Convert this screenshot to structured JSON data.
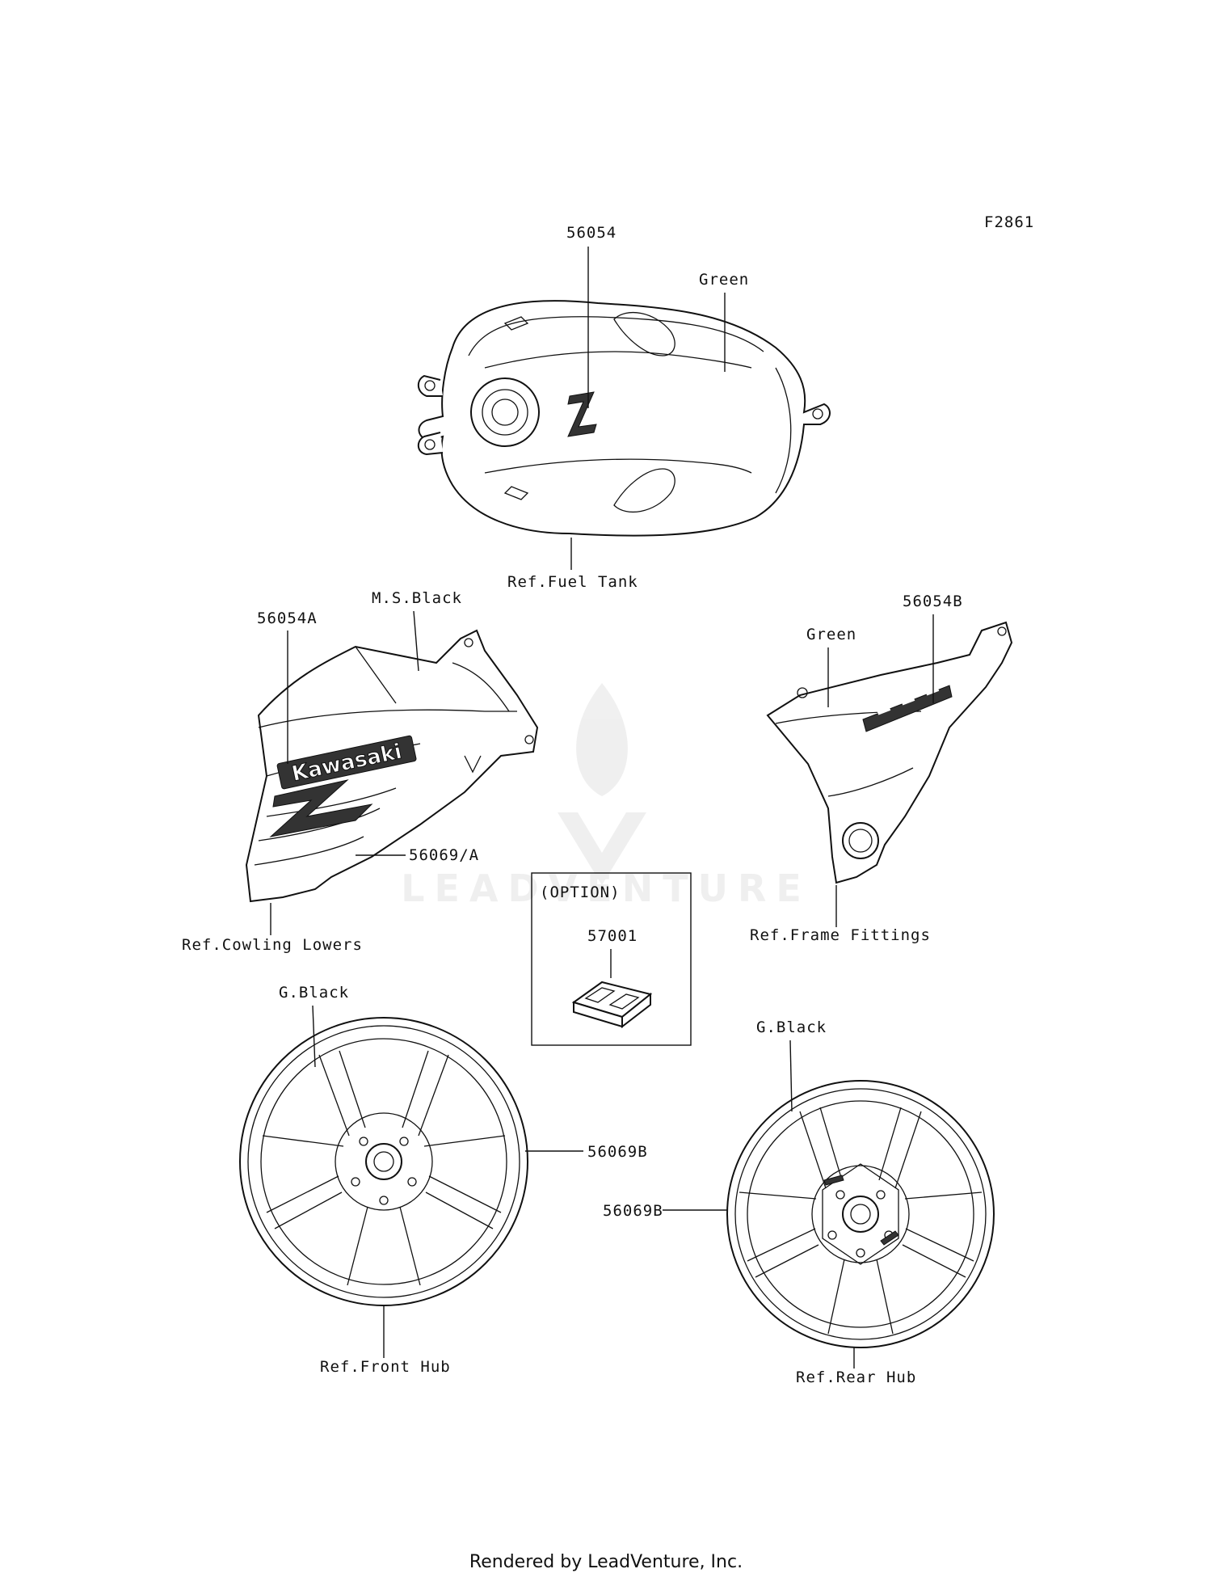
{
  "diagram_code": "F2861",
  "watermark": "LEADVENTURE",
  "footer": "Rendered by LeadVenture, Inc.",
  "tank": {
    "part": "56054",
    "color": "Green",
    "ref": "Ref.Fuel Tank"
  },
  "cowl": {
    "part_a": "56054A",
    "color": "M.S.Black",
    "part_b": "56069/A",
    "ref": "Ref.Cowling Lowers",
    "logo_text": "Kawasaki"
  },
  "frame": {
    "part": "56054B",
    "color": "Green",
    "ref": "Ref.Frame Fittings"
  },
  "option": {
    "title": "(OPTION)",
    "part": "57001"
  },
  "front_wheel": {
    "color": "G.Black",
    "part": "56069B",
    "ref": "Ref.Front Hub"
  },
  "rear_wheel": {
    "color": "G.Black",
    "part": "56069B",
    "ref": "Ref.Rear Hub"
  }
}
